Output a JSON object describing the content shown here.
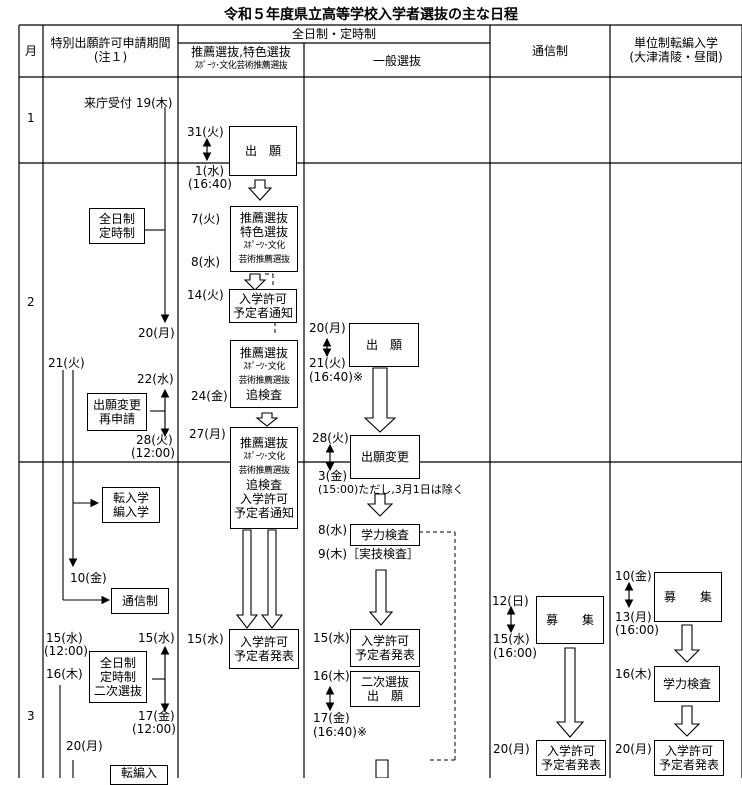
{
  "title": "令和５年度県立高等学校入学者選抜の主な日程",
  "headers": {
    "month": "月",
    "special_line1": "特別出願許可申請期間",
    "special_line2": "(注１)",
    "fulltime": "全日制・定時制",
    "recommend_line1": "推薦選抜,特色選抜",
    "recommend_line2": "ｽﾎﾟｰﾂ･文化芸術推薦選抜",
    "general": "一般選抜",
    "correspondence": "通信制",
    "credit_line1": "単位制転編入学",
    "credit_line2": "(大津清陵・昼間)"
  },
  "months": [
    "1",
    "2",
    "3"
  ],
  "special": {
    "raichou": "来庁受付 19(木)",
    "d20": "20(月)",
    "fulltime_box": [
      "全日制",
      "定時制"
    ],
    "d21": "21(火)",
    "d22": "22(水)",
    "change_box": [
      "出願変更",
      "再申請"
    ],
    "d28": "28(火)",
    "t1200a": "(12:00)",
    "transfer_box": [
      "転入学",
      "編入学"
    ],
    "d10": "10(金)",
    "tsushin_box": "通信制",
    "d15a": "15(水)",
    "t1200b": "(12:00)",
    "d15b": "15(水)",
    "d16": "16(木)",
    "second_box": [
      "全日制",
      "定時制",
      "二次選抜"
    ],
    "d17": "17(金)",
    "t1200c": "(12:00)",
    "d20b": "20(月)",
    "cut_box": "転編入"
  },
  "recommend": {
    "d31": "31(火)",
    "apply_box": "出　願",
    "d1": "1(水)",
    "t1640": "(16:40)",
    "d7": "7(火)",
    "d8": "8(水)",
    "exam_box": [
      "推薦選抜",
      "特色選抜",
      "ｽﾎﾟｰﾂ･文化",
      "芸術推薦選抜"
    ],
    "d14": "14(火)",
    "notice_box": [
      "入学許可",
      "予定者通知"
    ],
    "d24": "24(金)",
    "re_box": [
      "推薦選抜",
      "ｽﾎﾟｰﾂ･文化",
      "芸術推薦選抜",
      "追検査"
    ],
    "d27": "27(月)",
    "re_notice_box": [
      "推薦選抜",
      "ｽﾎﾟｰﾂ･文化",
      "芸術推薦選抜",
      "追検査",
      "入学許可",
      "予定者通知"
    ],
    "d15": "15(水)",
    "announce_box": [
      "入学許可",
      "予定者発表"
    ]
  },
  "general": {
    "d20": "20(月)",
    "d21": "21(火)",
    "t1640": "(16:40)※",
    "apply_box": "出　願",
    "d28": "28(火)",
    "change_box": "出願変更",
    "d3": "3(金)",
    "note": "(15:00)ただし,3月1日は除く",
    "d8": "8(水)",
    "exam_box": "学力検査",
    "d9": "9(木)［実技検査］",
    "d15": "15(水)",
    "announce_box": [
      "入学許可",
      "予定者発表"
    ],
    "d16": "16(木)",
    "second_box": [
      "二次選抜",
      "出　願"
    ],
    "d17": "17(金)",
    "t1640b": "(16:40)※"
  },
  "correspondence": {
    "d12": "12(日)",
    "d15": "15(水)",
    "t1600": "(16:00)",
    "recruit_box": "募　　集",
    "d20": "20(月)",
    "announce_box": [
      "入学許可",
      "予定者発表"
    ]
  },
  "credit": {
    "d10": "10(金)",
    "d13": "13(月)",
    "t1600": "(16:00)",
    "recruit_box": "募　　集",
    "d16": "16(木)",
    "exam_box": "学力検査",
    "d20": "20(月)",
    "announce_box": [
      "入学許可",
      "予定者発表"
    ]
  }
}
